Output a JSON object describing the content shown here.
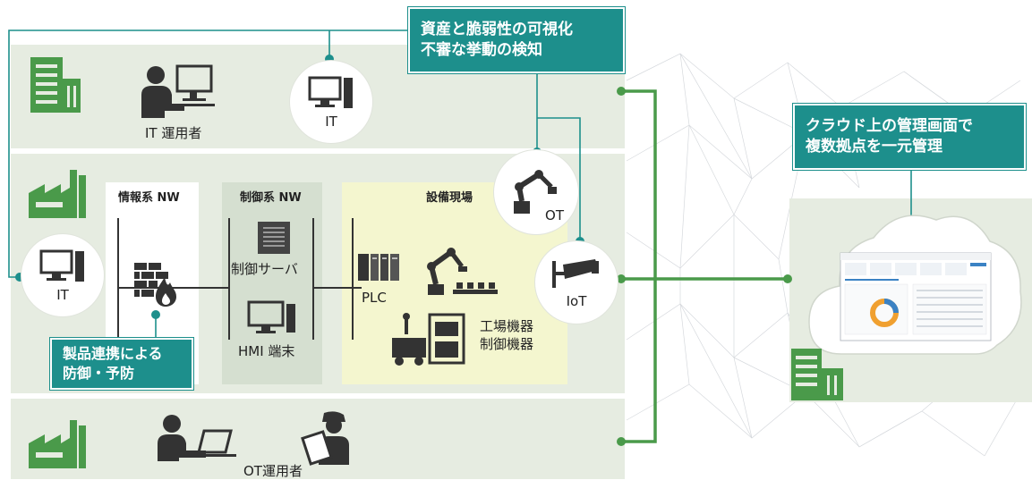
{
  "callouts": {
    "top_line1": "資産と脆弱性の可視化",
    "top_line2": "不審な挙動の検知",
    "cloud_line1": "クラウド上の管理画面で",
    "cloud_line2": "複数拠点を一元管理",
    "defense_line1": "製品連携による",
    "defense_line2": "防御・予防"
  },
  "top_band": {
    "operator_label": "IT 運用者",
    "it_circle_label": "IT"
  },
  "middle_band": {
    "it_circle_label": "IT",
    "info_nw_title": "情報系 NW",
    "control_nw_title": "制御系 NW",
    "control_server_label": "制御サーバ",
    "hmi_label": "HMI 端末",
    "field_title": "設備現場",
    "plc_label": "PLC",
    "machines_line1": "工場機器",
    "machines_line2": "制御機器",
    "ot_circle_label": "OT",
    "iot_circle_label": "IoT"
  },
  "bottom_band": {
    "operator_label": "OT運用者"
  },
  "colors": {
    "teal": "#1d8f8c",
    "green": "#4a9a4a",
    "band": "#e6ece1",
    "field_zone": "#f4f6cf",
    "control_zone": "#d5dfd0"
  }
}
